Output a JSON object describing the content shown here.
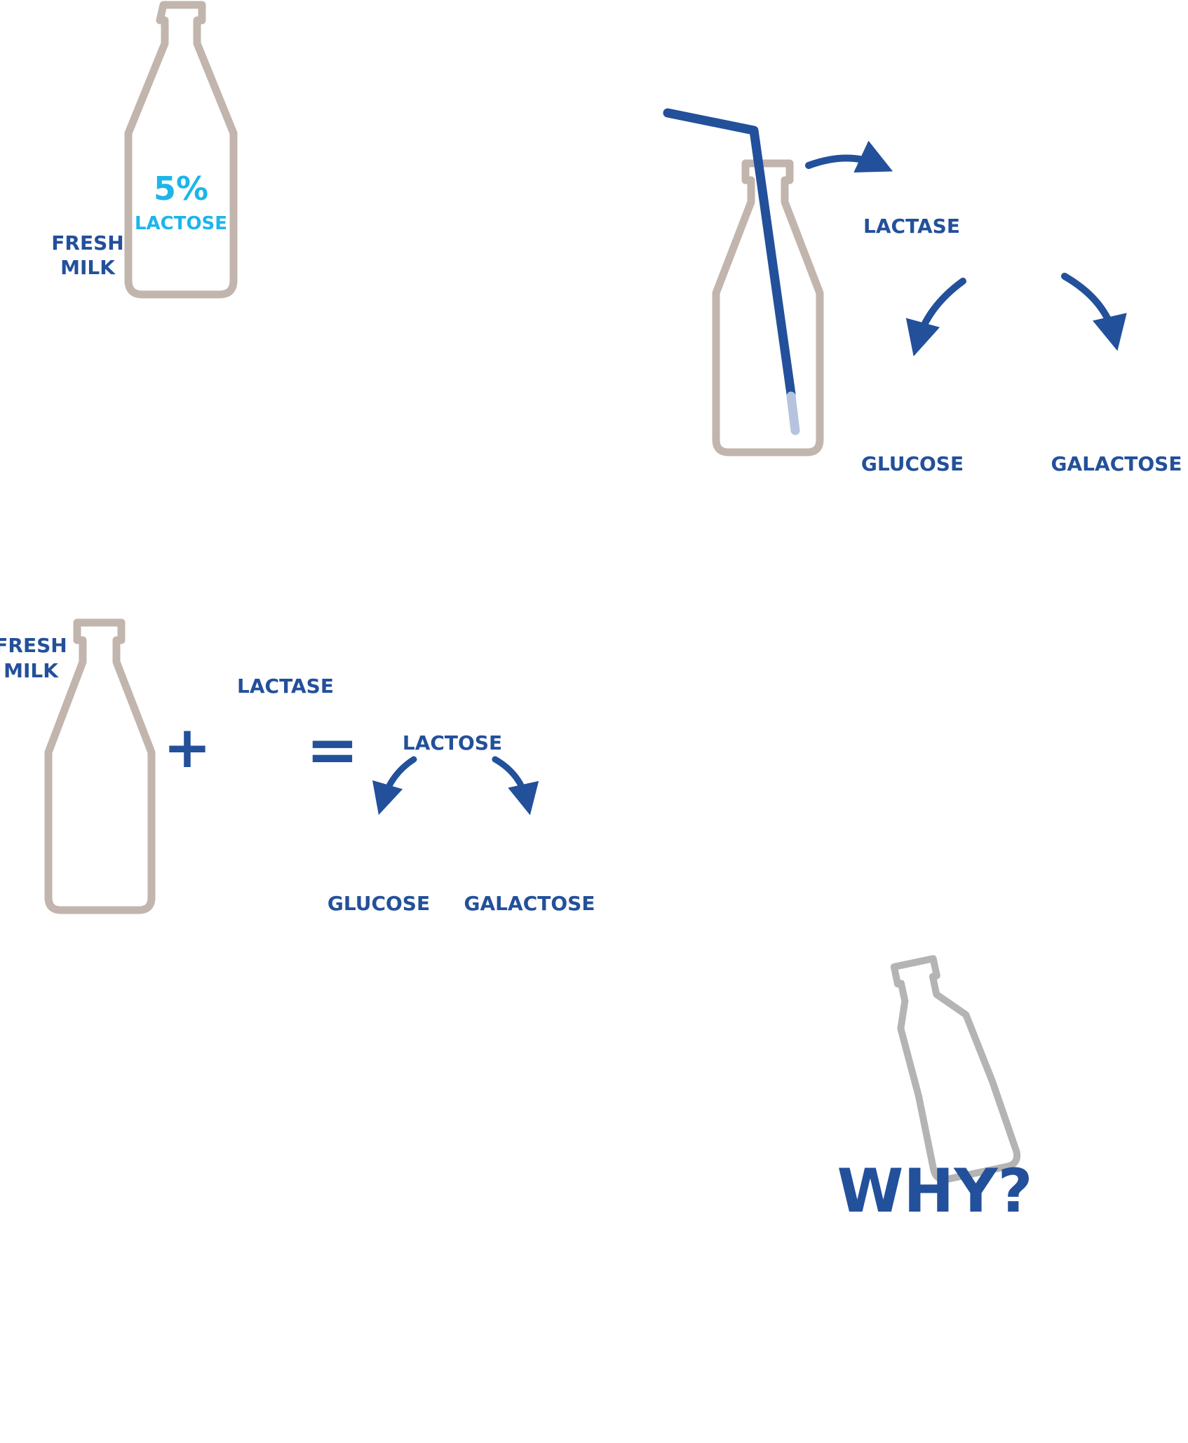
{
  "colors": {
    "bottle_gray": "#c1b5ad",
    "tilted_bottle_gray": "#b4b4b4",
    "brand_blue": "#23509a",
    "light_blue": "#1db5ea",
    "straw_tip": "#b5c3df"
  },
  "panel1": {
    "label_line1": "FRESH",
    "label_line2": "MILK",
    "percent": "5%",
    "lactose": "LACTOSE"
  },
  "panel2": {
    "enzyme": "LACTASE",
    "product_left": "GLUCOSE",
    "product_right": "GALACTOSE"
  },
  "panel3": {
    "label_line1": "FRESH",
    "label_line2": "MILK",
    "plus": "+",
    "equals": "=",
    "enzyme": "LACTASE",
    "substrate": "LACTOSE",
    "product_left": "GLUCOSE",
    "product_right": "GALACTOSE"
  },
  "panel4": {
    "question": "WHY?"
  }
}
